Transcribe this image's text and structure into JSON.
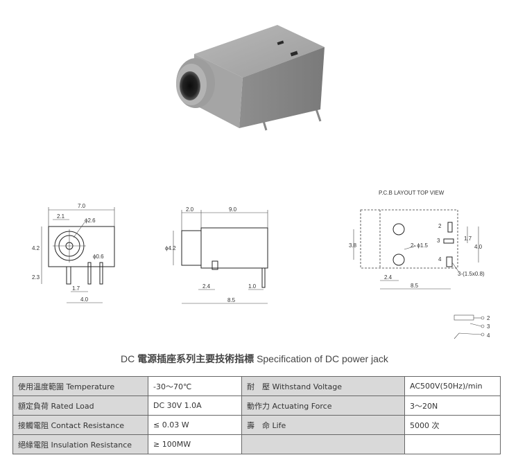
{
  "drawings": {
    "front": {
      "width": "7.0",
      "offset": "2.1",
      "bore": "ϕ2.6",
      "height": "4.2",
      "pin_height": "2.3",
      "pin_dia": "ϕ0.6",
      "pin_pitch": "1.7",
      "pin_span": "4.0"
    },
    "side": {
      "front_len": "2.0",
      "body_len": "9.0",
      "dia": "ϕ4.2",
      "pin_a": "2.4",
      "pin_b": "1.0",
      "total": "8.5"
    },
    "pcb": {
      "heading": "P.C.B LAYOUT    TOP VIEW",
      "height": "3.8",
      "hole": "2- ϕ1.5",
      "pad_top": "2",
      "pad_mid": "3",
      "pad_bot": "4",
      "gap": "1.7",
      "pad_span": "4.0",
      "hole_offset": "2.4",
      "span": "8.5",
      "slot": "3-(1.5x0.8)"
    },
    "schematic": {
      "pin2": "2",
      "pin3": "3",
      "pin4": "4"
    }
  },
  "title": {
    "prefix": "DC",
    "zh": "電源插座系列主要技術指標",
    "en": "Specification of DC power jack"
  },
  "spec_rows": [
    {
      "label1": "使用溫度範圍 Temperature",
      "value1": "-30～70℃",
      "label2": "耐　壓 Withstand Voltage",
      "value2": "AC500V(50Hz)/min"
    },
    {
      "label1": "額定負荷  Rated Load",
      "value1": "DC  30V  1.0A",
      "label2": "動作力  Actuating Force",
      "value2": "3～20N"
    },
    {
      "label1": "接觸電阻  Contact Resistance",
      "value1": "≤ 0.03 W",
      "label2": "壽　命  Life",
      "value2": "5000 次"
    },
    {
      "label1": "絕緣電阻  Insulation Resistance",
      "value1": "≥ 100MW",
      "label2": "",
      "value2": ""
    }
  ]
}
